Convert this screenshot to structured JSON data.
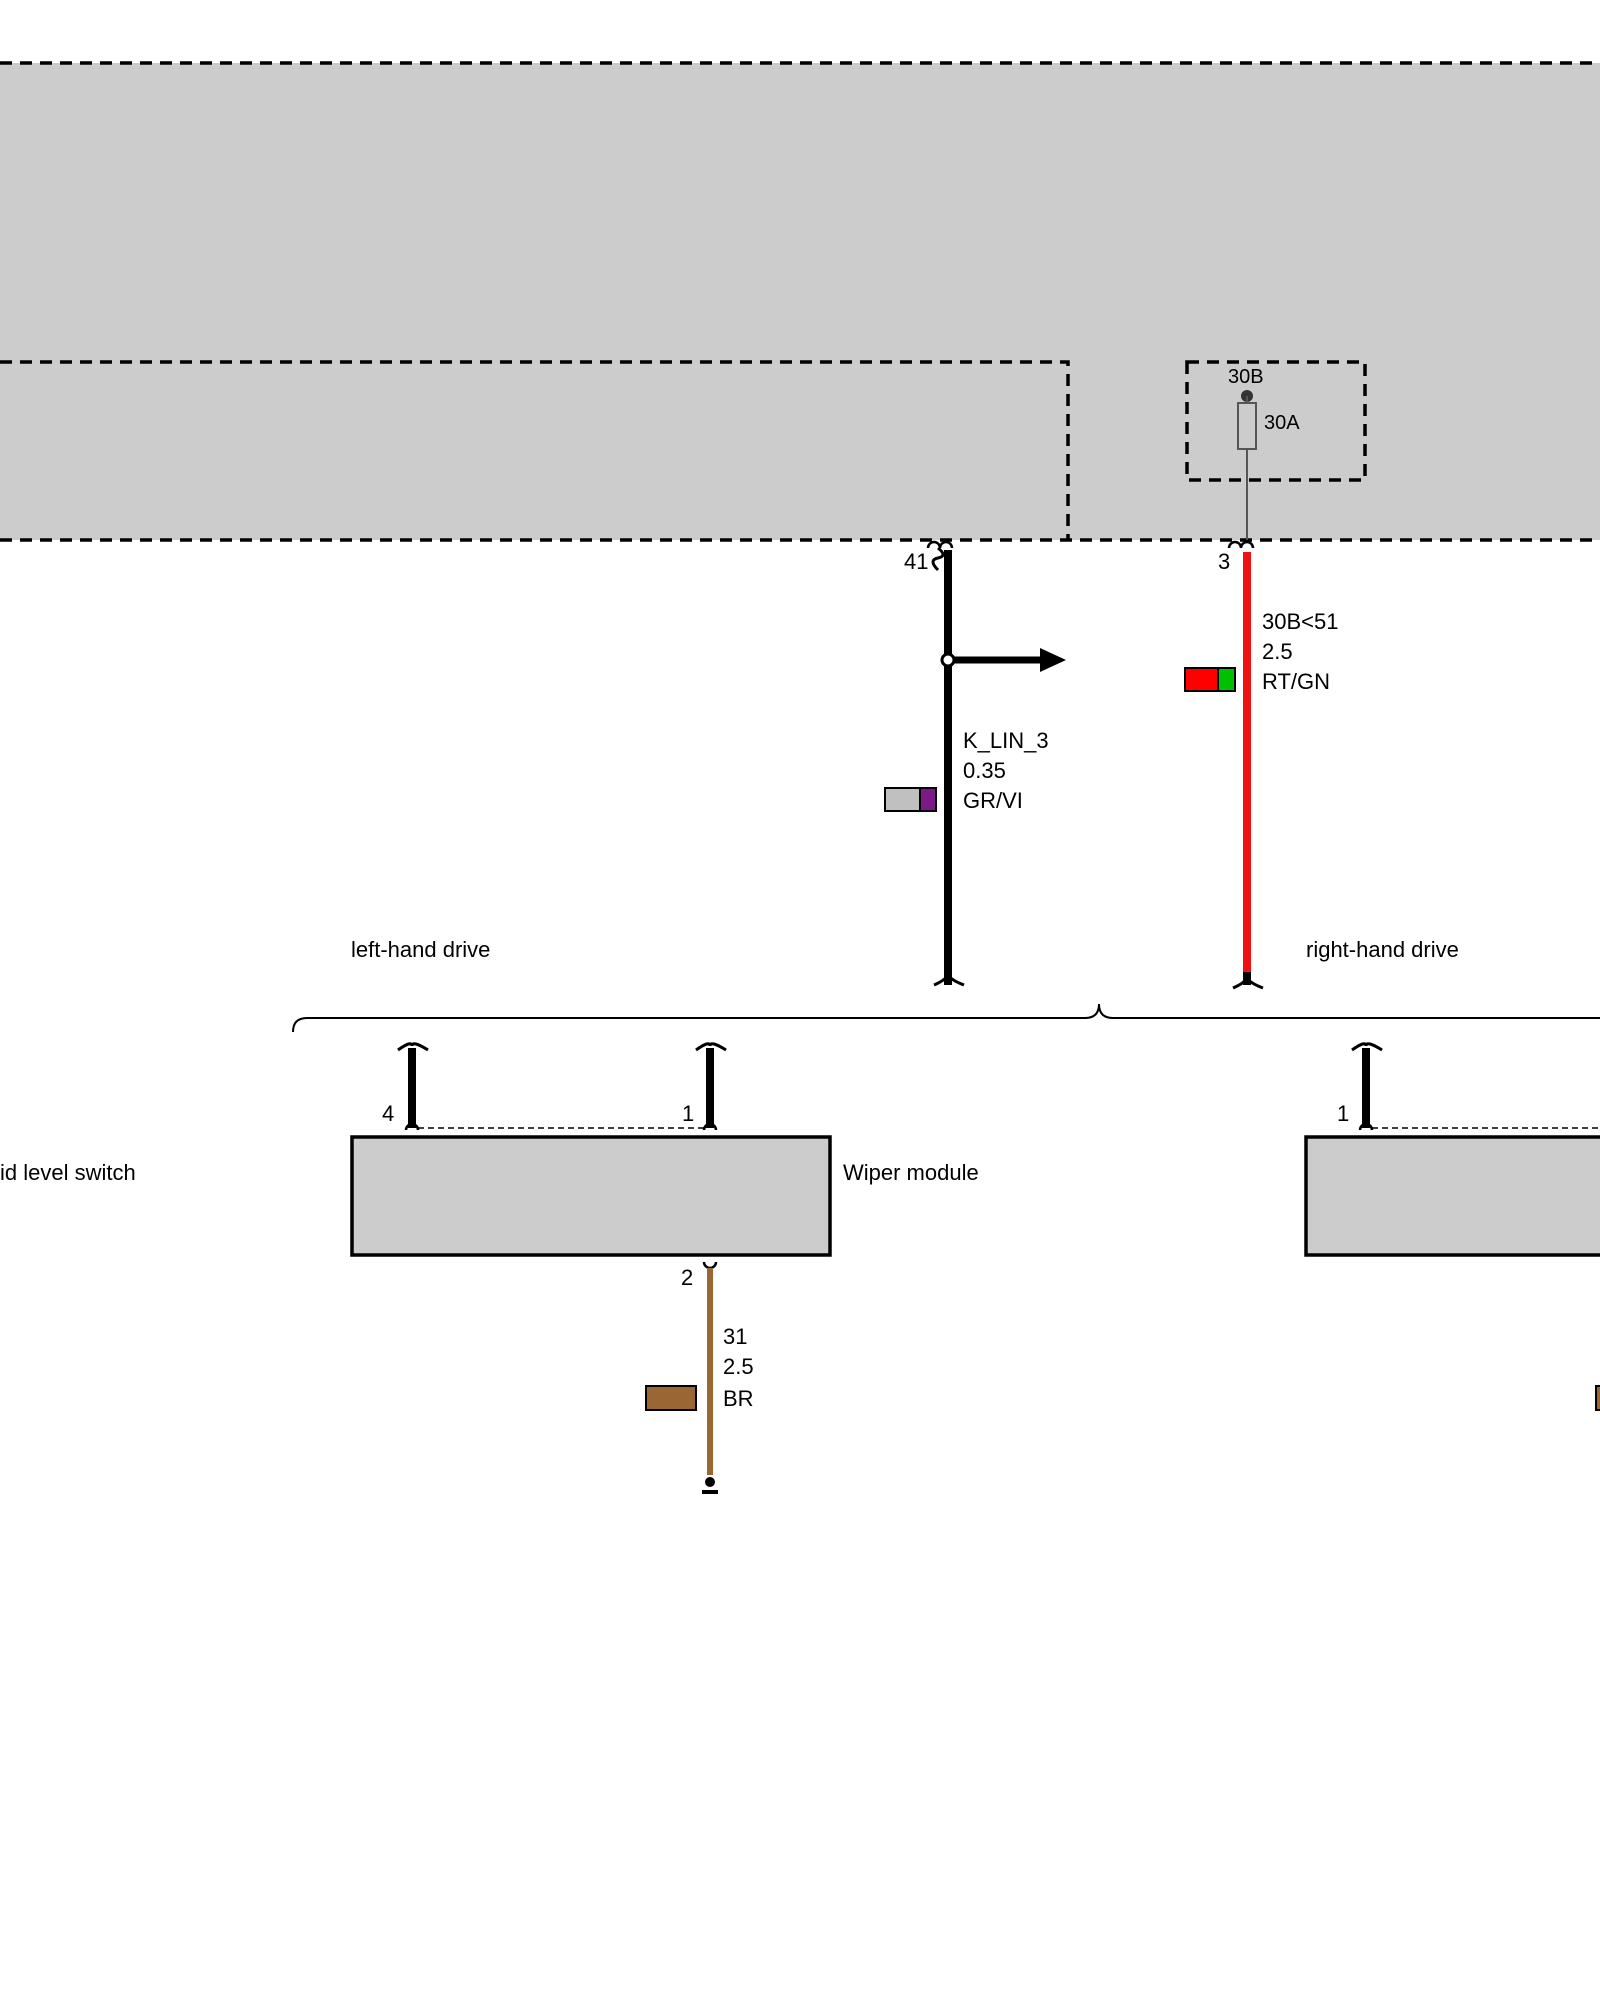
{
  "fuse": {
    "terminal": "30B",
    "rating": "30A"
  },
  "pins": {
    "lin_pin": "41",
    "power_pin": "3",
    "left_pin_a": "4",
    "left_pin_b": "1",
    "left_pin_ground": "2",
    "right_pin": "1"
  },
  "wires": {
    "lin": {
      "signal": "K_LIN_3",
      "gauge": "0.35",
      "color_code": "GR/VI",
      "colors": [
        "#c0c0c0",
        "#7b1a86"
      ]
    },
    "power": {
      "signal": "30B<51",
      "gauge": "2.5",
      "color_code": "RT/GN",
      "colors": [
        "#ff0000",
        "#00c000"
      ]
    },
    "ground": {
      "signal": "31",
      "gauge": "2.5",
      "color_code": "BR",
      "colors": [
        "#9a6634"
      ]
    }
  },
  "variants": {
    "left": "left-hand drive",
    "right": "right-hand drive"
  },
  "components": {
    "wiper_module": "Wiper module",
    "fluid_level_switch": "id level switch"
  },
  "colors": {
    "module_fill": "#cccccc",
    "lin_wire": "#000000",
    "power_wire": "#ee1111",
    "ground_wire": "#9a6634"
  }
}
